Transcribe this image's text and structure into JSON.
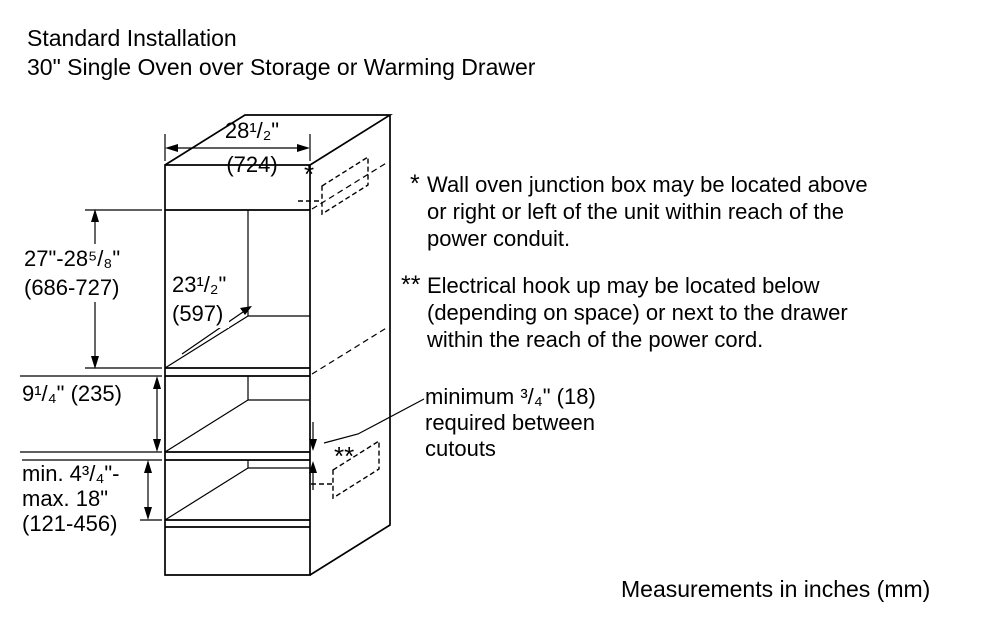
{
  "title": {
    "line1": "Standard Installation",
    "line2": "30\" Single Oven over Storage or Warming Drawer"
  },
  "dimensions": {
    "width": {
      "inches": "28¹/₂\"",
      "mm": "(724)"
    },
    "cutout_height": {
      "inches": "27\"-28⁵/₈\"",
      "mm": "(686-727)"
    },
    "depth": {
      "inches": "23¹/₂\"",
      "mm": "(597)"
    },
    "drawer_height": {
      "inches_mm": "9¹/₄\" (235)"
    },
    "bottom_space": {
      "line1": "min. 4³/₄\"-",
      "line2": "max. 18\"",
      "line3": "(121-456)"
    }
  },
  "markers": {
    "junction_box": "*",
    "electrical_hookup": "**"
  },
  "notes": {
    "junction_box": {
      "marker": "*",
      "lines": [
        "Wall oven junction box may be located above",
        "or right or left of the unit within reach of the",
        "power conduit."
      ]
    },
    "electrical": {
      "marker": "**",
      "lines": [
        "Electrical hook up may be located below",
        "(depending on space) or next to the drawer",
        "within the reach of the power cord."
      ]
    },
    "min_gap": {
      "lines": [
        "minimum ³/₄\" (18)",
        "required between",
        "cutouts"
      ]
    }
  },
  "footer": "Measurements in inches (mm)",
  "colors": {
    "line": "#000000",
    "background": "#ffffff",
    "text": "#000000"
  }
}
